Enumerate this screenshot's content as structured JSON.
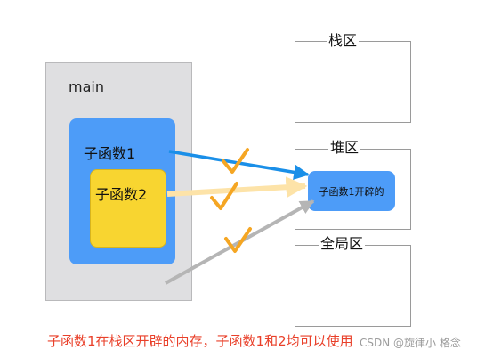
{
  "main": {
    "label": "main",
    "function1_label": "子函数1",
    "function2_label": "子函数2"
  },
  "memory_regions": {
    "stack_label": "栈区",
    "heap_label": "堆区",
    "global_label": "全局区",
    "heap_block_label": "子函数1开辟的"
  },
  "caption": "子函数1在栈区开辟的内存，子函数1和2均可以使用",
  "watermark": "CSDN @旋律小 格念",
  "colors": {
    "function1_fill": "#4d9cf8",
    "function2_fill": "#f8d530",
    "main_fill": "#dfdfe1",
    "arrow_blue": "#1a8fe8",
    "arrow_yellow": "#fde3a8",
    "arrow_gray": "#b5b5b5",
    "checkmark": "#f5a623",
    "caption": "#e9402a"
  }
}
